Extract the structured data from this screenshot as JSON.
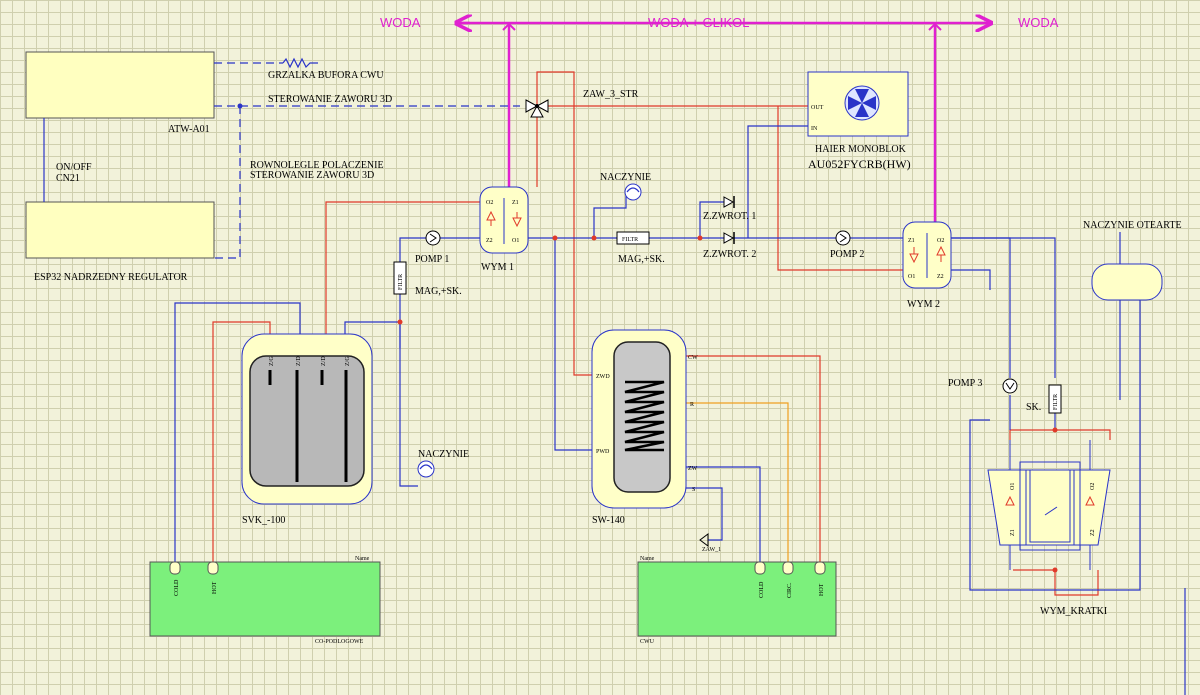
{
  "flow_labels": {
    "left": "WODA",
    "center": "WODA + GLIKOL",
    "right": "WODA"
  },
  "controllers": {
    "atw": "ATW-A01",
    "esp": "ESP32 NADRZEDNY REGULATOR",
    "onoff": "ON/OFF",
    "cn21": "CN21",
    "heater_signal": "GRZALKA BUFORA CWU",
    "valve_signal": "STEROWANIE ZAWORU 3D",
    "parallel_1": "ROWNOLEGLE POLACZENIE",
    "parallel_2": "STEROWANIE ZAWORU 3D"
  },
  "valve": {
    "name": "ZAW_3_STR"
  },
  "heatpump": {
    "line1": "HAIER MONOBLOK",
    "line2": "AU052FYCRB(HW)",
    "out": "OUT",
    "in": "IN"
  },
  "expansion": {
    "top": "NACZYNIE",
    "bottom": "NACZYNIE",
    "open": "NACZYNIE OTEARTE"
  },
  "pumps": {
    "p1": "POMP 1",
    "p2": "POMP 2",
    "p3": "POMP 3"
  },
  "filters": {
    "label": "FILTR",
    "mag1": "MAG,+SK.",
    "mag2": "MAG,+SK.",
    "sk": "SK."
  },
  "returns": {
    "z1": "Z.ZWROT. 1",
    "z2": "Z.ZWROT. 2"
  },
  "exchangers": {
    "wym1": "WYM 1",
    "wym2": "WYM 2",
    "kratki": "WYM_KRATKI",
    "o1": "O1",
    "o2": "O2",
    "z1": "Z1",
    "z2": "Z2"
  },
  "buffer": {
    "name": "SVK_-100",
    "ports": [
      "Z/G",
      "Z/D",
      "Z/D",
      "Z/G"
    ]
  },
  "dhw_tank": {
    "name": "SW-140",
    "zwd": "ZWD",
    "pwd": "PWD",
    "cw": "CW",
    "r": "R",
    "zw": "ZW",
    "s": "S",
    "zaw": "ZAW_1"
  },
  "heating_box": {
    "name": "Name",
    "title": "CO-PODLOGOWE",
    "cold": "COLD",
    "hot": "HOT"
  },
  "cwu_box": {
    "name": "Name",
    "title": "CWU",
    "cold": "COLD",
    "circ": "CIRC.",
    "hot": "HOT"
  },
  "colors": {
    "magenta": "#e020d0",
    "hot": "#e03a2a",
    "cold": "#2a34c8",
    "circ": "#f0a020",
    "control": "#2a34c8",
    "yellow": "#ffffc8",
    "green": "#7cf07c"
  }
}
